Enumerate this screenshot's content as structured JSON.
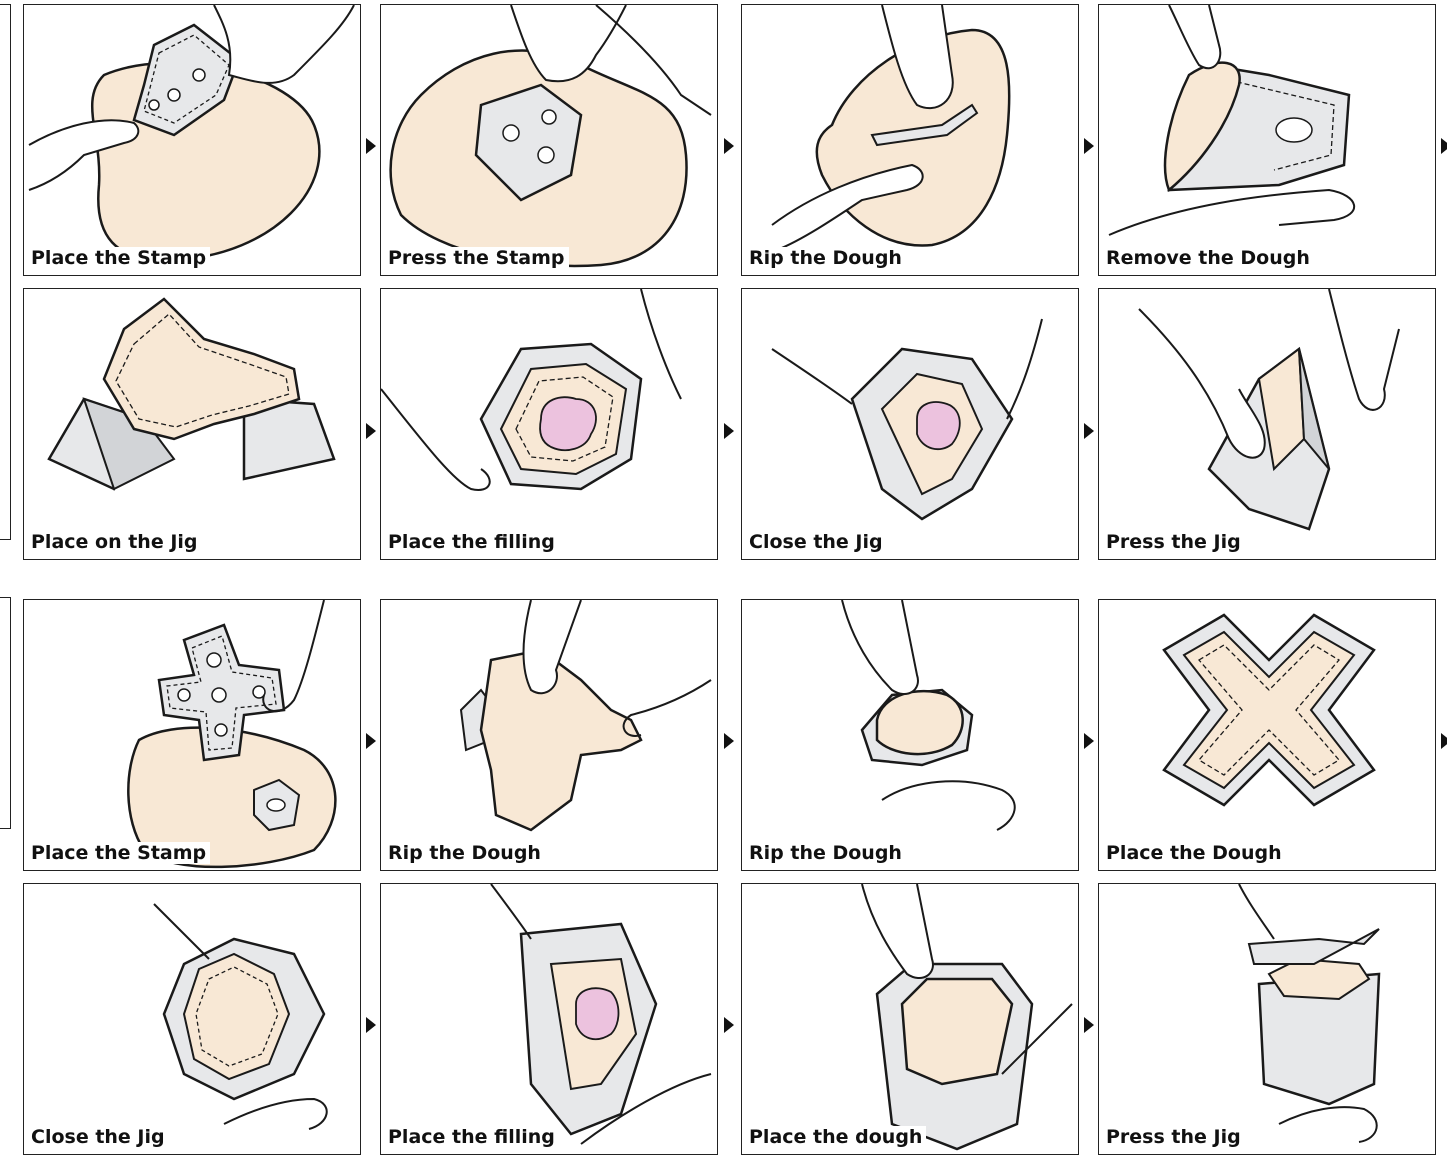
{
  "colors": {
    "dough": "#f8e8d5",
    "jig": "#e7e8ea",
    "filling": "#ecc2de",
    "outline": "#1a1a1a"
  },
  "sequences": [
    {
      "name": "",
      "steps": [
        {
          "caption": "Place the Stamp"
        },
        {
          "caption": "Press the Stamp"
        },
        {
          "caption": "Rip the Dough"
        },
        {
          "caption": "Remove the Dough"
        },
        {
          "caption": "Place on the Jig"
        },
        {
          "caption": "Place the filling"
        },
        {
          "caption": "Close the Jig"
        },
        {
          "caption": "Press the Jig"
        }
      ]
    },
    {
      "name": "",
      "steps": [
        {
          "caption": "Place the Stamp"
        },
        {
          "caption": "Rip the Dough"
        },
        {
          "caption": "Rip the Dough"
        },
        {
          "caption": "Place the Dough"
        },
        {
          "caption": "Close the Jig"
        },
        {
          "caption": "Place the filling"
        },
        {
          "caption": "Place the dough"
        },
        {
          "caption": "Press the Jig"
        }
      ]
    }
  ]
}
